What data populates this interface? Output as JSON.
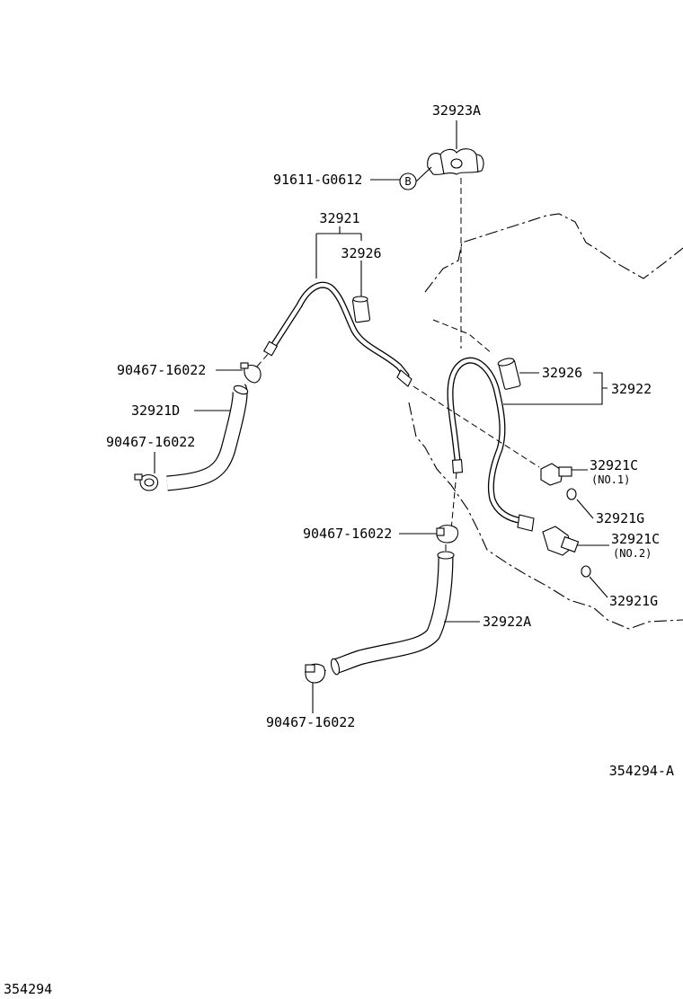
{
  "labels": {
    "bracket": "32923A",
    "bolt": "91611-G0612",
    "bolt_marker": "B",
    "tube_assy_left": "32921",
    "grommet_left": "32926",
    "clamp_upper_left": "90467-16022",
    "hose_left": "32921D",
    "clamp_lower_left": "90467-16022",
    "grommet_right": "32926",
    "tube_assy_right": "32922",
    "union_no1": "32921C",
    "union_no1_note": "(NO.1)",
    "gasket_1": "32921G",
    "clamp_center": "90467-16022",
    "union_no2": "32921C",
    "union_no2_note": "(NO.2)",
    "gasket_2": "32921G",
    "hose_center": "32922A",
    "clamp_bottom": "90467-16022",
    "illustration_ref": "354294-A",
    "page_ref": "354294"
  }
}
